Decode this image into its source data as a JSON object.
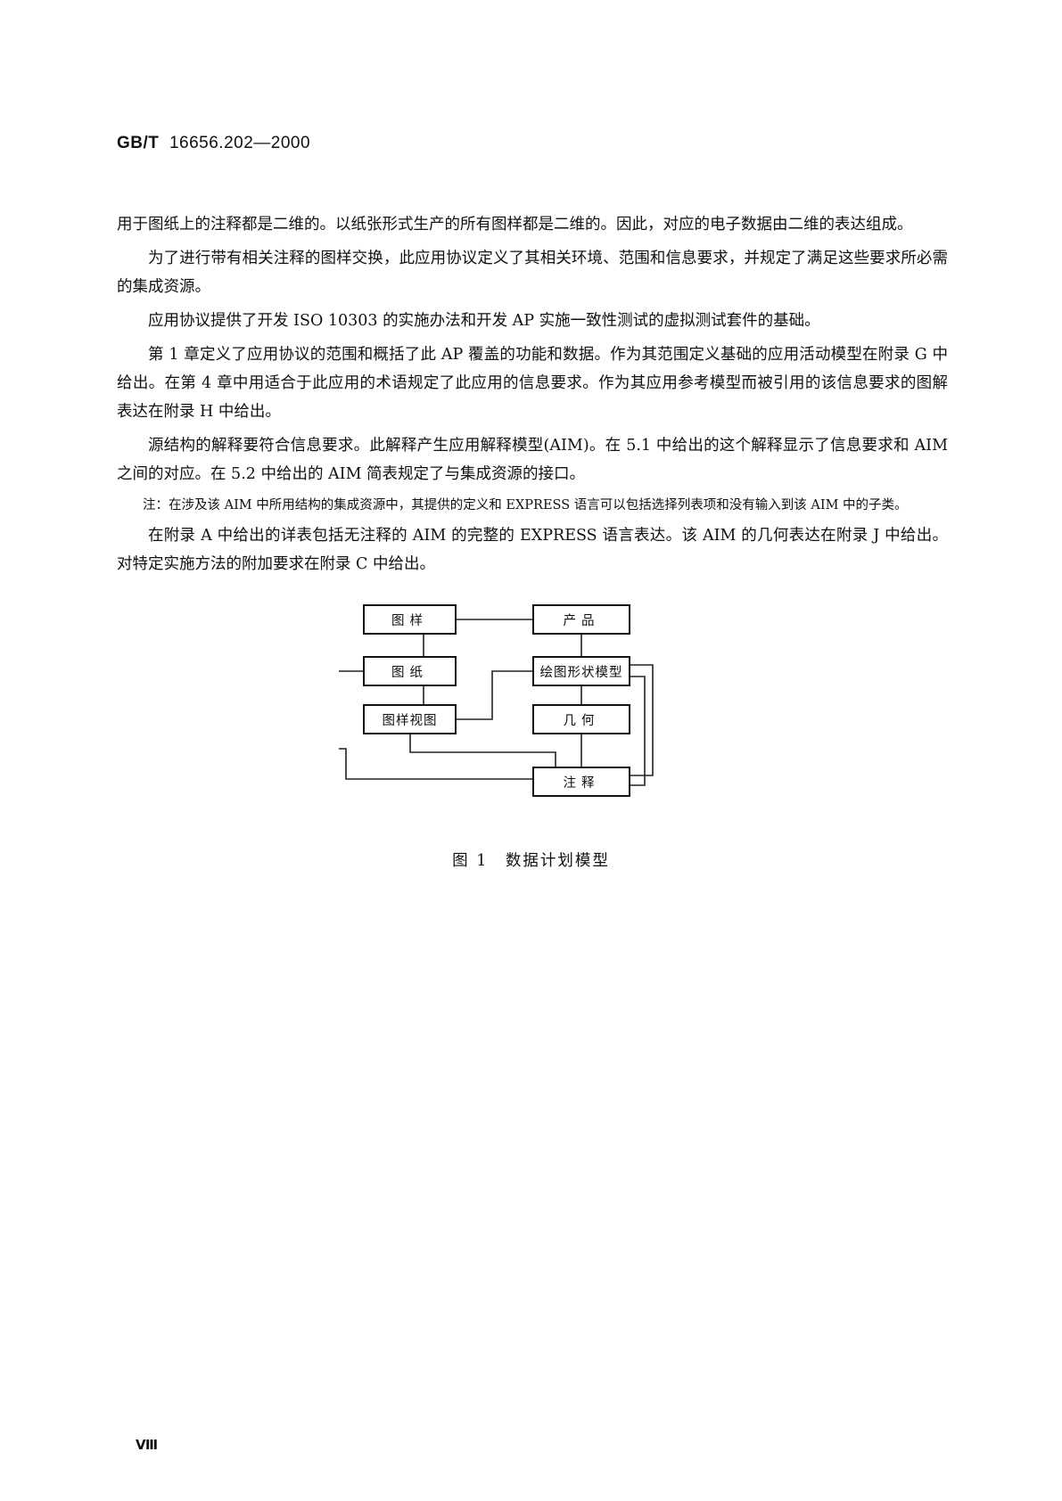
{
  "header": {
    "std_prefix": "GB/T",
    "std_number": "16656.202—2000"
  },
  "paragraphs": [
    "用于图纸上的注释都是二维的。以纸张形式生产的所有图样都是二维的。因此，对应的电子数据由二维的表达组成。",
    "为了进行带有相关注释的图样交换，此应用协议定义了其相关环境、范围和信息要求，并规定了满足这些要求所必需的集成资源。",
    "应用协议提供了开发 ISO 10303 的实施办法和开发 AP 实施一致性测试的虚拟测试套件的基础。",
    "第 1 章定义了应用协议的范围和概括了此 AP 覆盖的功能和数据。作为其范围定义基础的应用活动模型在附录 G 中给出。在第 4 章中用适合于此应用的术语规定了此应用的信息要求。作为其应用参考模型而被引用的该信息要求的图解表达在附录 H 中给出。",
    "源结构的解释要符合信息要求。此解释产生应用解释模型(AIM)。在 5.1 中给出的这个解释显示了信息要求和 AIM 之间的对应。在 5.2 中给出的 AIM 简表规定了与集成资源的接口。"
  ],
  "note": "注：在涉及该 AIM 中所用结构的集成资源中，其提供的定义和 EXPRESS 语言可以包括选择列表项和没有输入到该 AIM 中的子类。",
  "paragraph_last": "在附录 A 中给出的详表包括无注释的 AIM 的完整的 EXPRESS 语言表达。该 AIM 的几何表达在附录 J 中给出。对特定实施方法的附加要求在附录 C 中给出。",
  "figure": {
    "boxes": {
      "drawing_sheet_style": "图样",
      "product": "产品",
      "drawing": "图纸",
      "draughting_shape_model": "绘图形状模型",
      "drawing_view": "图样视图",
      "geometry": "几何",
      "annotation": "注释"
    },
    "caption": "图 1　数据计划模型"
  },
  "page_number": "Ⅷ"
}
